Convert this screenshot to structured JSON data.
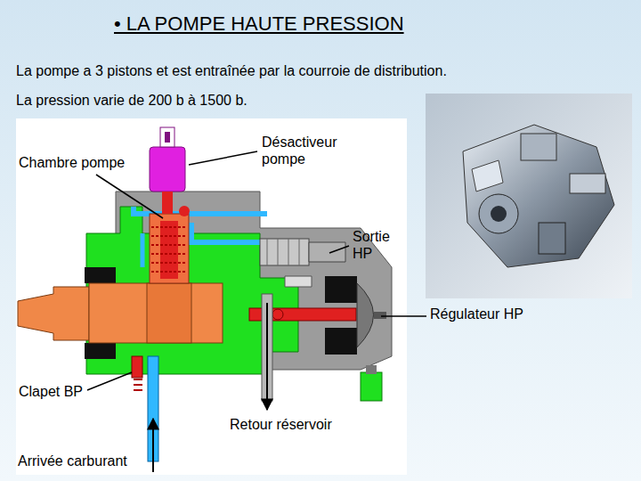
{
  "diagram": {
    "title": "• LA POMPE HAUTE PRESSION",
    "labels": [
      "La pompe a 3 pistons et est entraînée par la courroie de distribution.",
      "La pression varie de 200 b à 1500 b.",
      "Chambre pompe",
      "Désactiveur pompe",
      "Sortie HP",
      "Régulateur HP",
      "Clapet BP",
      "Retour réservoir",
      "Arrivée carburant"
    ]
  }
}
